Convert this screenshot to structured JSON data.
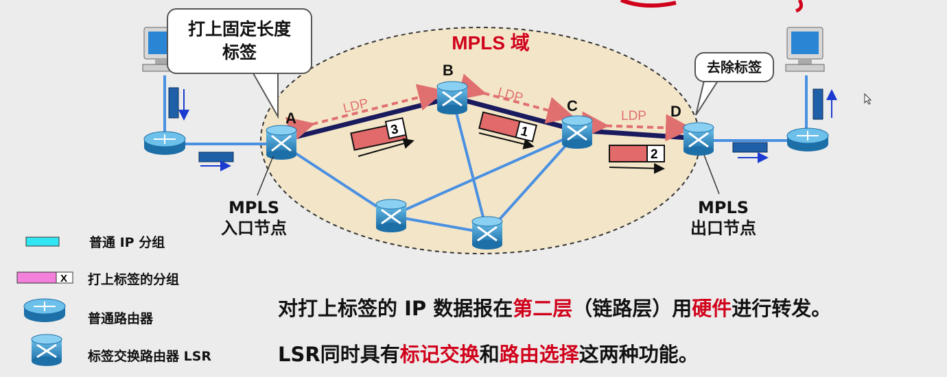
{
  "domain_title": "MPLS 域",
  "nodes": {
    "a": "A",
    "b": "B",
    "c": "C",
    "d": "D"
  },
  "callouts": {
    "ingress_action_line1": "打上固定长度",
    "ingress_action_line2": "标签",
    "egress_action": "去除标签"
  },
  "ldp_label": "LDP",
  "packet_labels": {
    "a_b": "3",
    "b_c": "1",
    "c_d": "2"
  },
  "ingress": {
    "line1": "MPLS",
    "line2": "入口节点"
  },
  "egress": {
    "line1": "MPLS",
    "line2": "出口节点"
  },
  "legend": {
    "ip_packet": "普通 IP 分组",
    "labeled_packet_mark": "X",
    "labeled_packet": "打上标签的分组",
    "router": "普通路由器",
    "lsr": "标签交换路由器 LSR"
  },
  "summary": {
    "line1": [
      {
        "text": "对打上标签的 IP 数据报在",
        "red": false
      },
      {
        "text": "第二层",
        "red": true
      },
      {
        "text": "（链路层）用",
        "red": false
      },
      {
        "text": "硬件",
        "red": true
      },
      {
        "text": "进行转发。",
        "red": false
      }
    ],
    "line2": [
      {
        "text": "LSR同时具有",
        "red": false
      },
      {
        "text": "标记交换",
        "red": true
      },
      {
        "text": "和",
        "red": false
      },
      {
        "text": "路由选择",
        "red": true
      },
      {
        "text": "这两种功能。",
        "red": false
      }
    ]
  },
  "colors": {
    "link": "#4a90e2",
    "lsp_path": "#1a1a5e",
    "ldp_arrow": "#e07070",
    "domain_fill": "#f3e6c8",
    "label_red": "#d0021b",
    "packet_fill": "#e36a6a",
    "ip_packet": "#1f5fa8",
    "legend_ip": "#31e6f2",
    "legend_labeled": "#f27fd9"
  }
}
